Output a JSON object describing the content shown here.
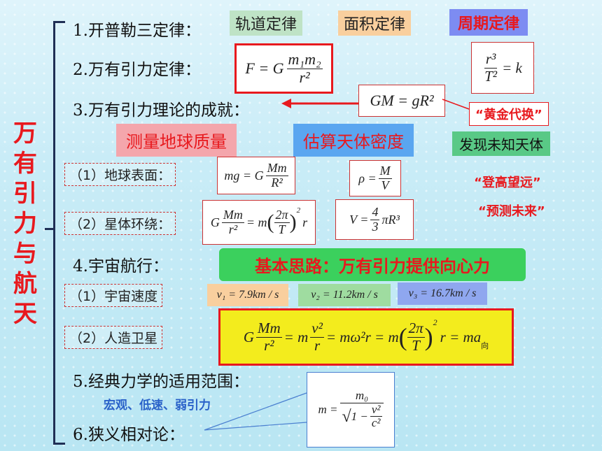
{
  "vertical_title": [
    "万",
    "有",
    "引",
    "力",
    "与",
    "航",
    "天"
  ],
  "items": {
    "i1": "1.开普勒三定律：",
    "i2": "2.万有引力定律：",
    "i3": "3.万有引力理论的成就：",
    "i4": "4.宇宙航行：",
    "i5": "5.经典力学的适用范围：",
    "i6": "6.狭义相对论："
  },
  "kepler_tags": {
    "orbit": "轨道定律",
    "area": "面积定律",
    "period": "周期定律"
  },
  "achievement_tags": {
    "measure": "测量地球质量",
    "estimate": "估算天体密度",
    "discover": "发现未知天体"
  },
  "sub_items": {
    "surface": "（1）地球表面：",
    "orbiting": "（2）星体环绕：",
    "cosmic_speed": "（1）宇宙速度",
    "satellite": "（2）人造卫星"
  },
  "notes": {
    "golden": "“黄金代换”",
    "climb": "“登高望远”",
    "predict": "“预测未来”",
    "scope": "宏观、低速、弱引力"
  },
  "idea": "基本思路：万有引力提供向心力",
  "formulas": {
    "gravity_F": "F = G",
    "gravity_num": "m₁m₂",
    "gravity_den": "r²",
    "kepler_num": "r³",
    "kepler_den": "T²",
    "kepler_rhs": "= k",
    "gm": "GM = gR²",
    "mg_lhs": "mg = G",
    "mg_num": "Mm",
    "mg_den": "R²",
    "rho_lhs": "ρ =",
    "rho_num": "M",
    "rho_den": "V",
    "orbit_lhs": "G",
    "orbit_num": "Mm",
    "orbit_den": "r²",
    "orbit_mid": "= m",
    "orbit_2pi": "2π",
    "orbit_T": "T",
    "orbit_rhs": "r",
    "vol_lhs": "V =",
    "vol_num": "4",
    "vol_den": "3",
    "vol_rhs": "πR³",
    "v1": "v₁ = 7.9km / s",
    "v2": "v₂ = 11.2km / s",
    "v3": "v₃ = 16.7km / s",
    "sat_G": "G",
    "sat_num1": "Mm",
    "sat_den1": "r²",
    "sat_eq1": "= m",
    "sat_num2": "v²",
    "sat_den2": "r",
    "sat_eq2": "= mω²r = m",
    "sat_2pi": "2π",
    "sat_T": "T",
    "sat_eq3": "r = ma",
    "sat_sub": "向",
    "rel_lhs": "m =",
    "rel_num": "m₀",
    "rel_one": "1 −",
    "rel_vnum": "v²",
    "rel_vden": "c²"
  },
  "colors": {
    "accent_red": "#e8191e",
    "kepler_orbit_bg": "#bfe3c6",
    "kepler_area_bg": "#f9cf9e",
    "kepler_period_bg": "#7d8cf2",
    "measure_bg": "#f4a6ac",
    "estimate_bg": "#5aa6f0",
    "discover_bg": "#59c986",
    "idea_bg": "#3bd05d",
    "satellite_bg": "#f3ec1d",
    "scope_text": "#2a62c9"
  }
}
